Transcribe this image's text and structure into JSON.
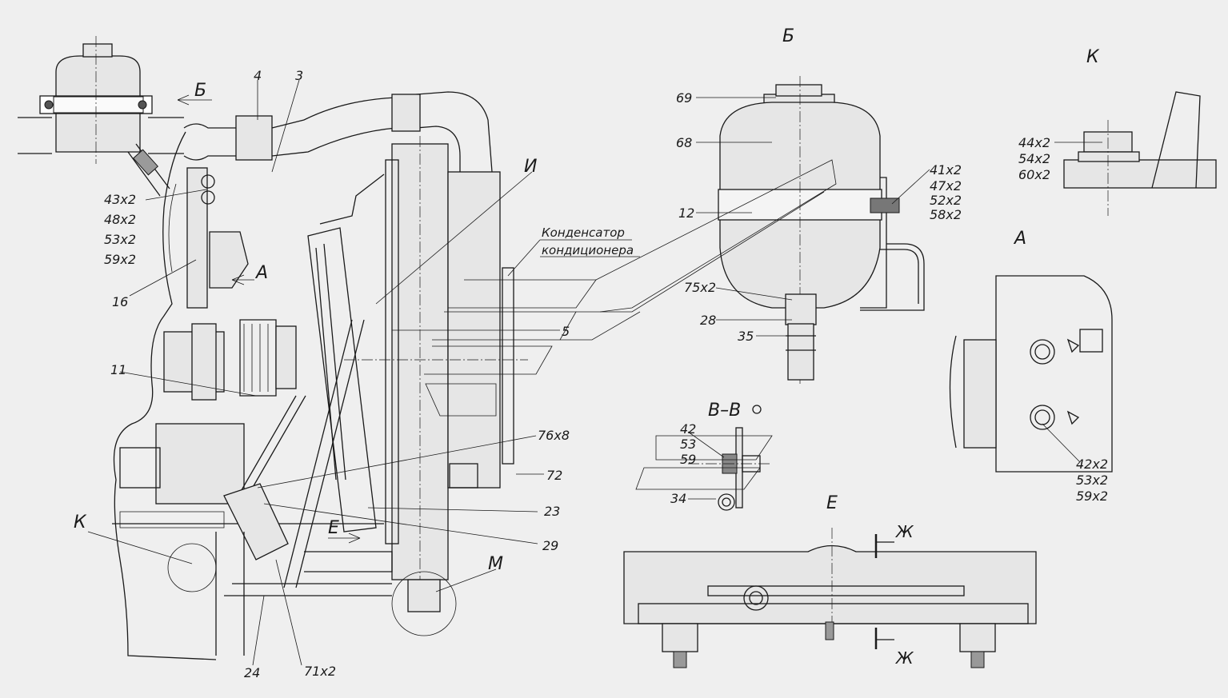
{
  "views": {
    "b_top": "Б",
    "b_main": "Б",
    "k_main": "К",
    "a_main": "А",
    "e_main": "Е",
    "m": "М",
    "i": "И",
    "a_arrow": "А",
    "b_arrow": "Б",
    "k_leader": "К",
    "e_arrow": "Е",
    "zh_top": "Ж",
    "zh_bottom": "Ж",
    "section_vv": "В–В"
  },
  "condenser": {
    "line1": "Конденсатор",
    "line2": "кондиционера"
  },
  "callouts": [
    {
      "id": "c43x2",
      "text": "43х2"
    },
    {
      "id": "c48x2",
      "text": "48х2"
    },
    {
      "id": "c53x2",
      "text": "53х2"
    },
    {
      "id": "c59x2",
      "text": "59х2"
    },
    {
      "id": "c4",
      "text": "4"
    },
    {
      "id": "c3",
      "text": "3"
    },
    {
      "id": "c16",
      "text": "16"
    },
    {
      "id": "c11",
      "text": "11"
    },
    {
      "id": "c5",
      "text": "5"
    },
    {
      "id": "c76x8",
      "text": "76х8"
    },
    {
      "id": "c72",
      "text": "72"
    },
    {
      "id": "c23",
      "text": "23"
    },
    {
      "id": "c29",
      "text": "29"
    },
    {
      "id": "c24",
      "text": "24"
    },
    {
      "id": "c71x2",
      "text": "71х2"
    },
    {
      "id": "c69",
      "text": "69"
    },
    {
      "id": "c68",
      "text": "68"
    },
    {
      "id": "c12",
      "text": "12"
    },
    {
      "id": "c75x2",
      "text": "75х2"
    },
    {
      "id": "c28",
      "text": "28"
    },
    {
      "id": "c35",
      "text": "35"
    },
    {
      "id": "c41x2",
      "text": "41х2"
    },
    {
      "id": "c47x2",
      "text": "47х2"
    },
    {
      "id": "c52x2",
      "text": "52х2"
    },
    {
      "id": "c58x2",
      "text": "58х2"
    },
    {
      "id": "c44x2",
      "text": "44х2"
    },
    {
      "id": "c54x2",
      "text": "54х2"
    },
    {
      "id": "c60x2",
      "text": "60х2"
    },
    {
      "id": "c42x2",
      "text": "42х2"
    },
    {
      "id": "c53x2b",
      "text": "53х2"
    },
    {
      "id": "c59x2b",
      "text": "59х2"
    },
    {
      "id": "c42",
      "text": "42"
    },
    {
      "id": "c53",
      "text": "53"
    },
    {
      "id": "c59",
      "text": "59"
    },
    {
      "id": "c34",
      "text": "34"
    }
  ]
}
